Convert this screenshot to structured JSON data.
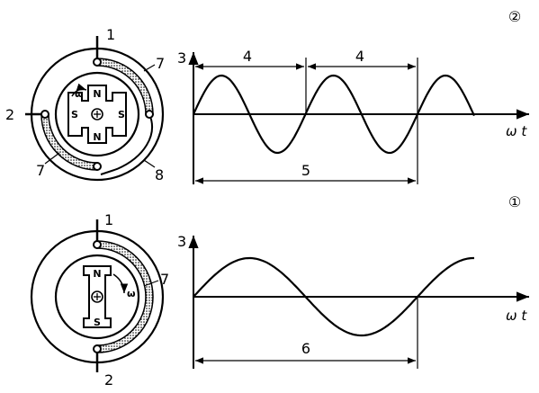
{
  "top_panel": {
    "number": "②",
    "callouts": {
      "n1": "1",
      "n2": "2",
      "n7a": "7",
      "n7b": "7",
      "n8": "8"
    },
    "poles": {
      "n_top": "N",
      "n_bottom": "N",
      "s_left": "S",
      "s_right": "S"
    },
    "omega": "ω",
    "graph": {
      "y_label": "3",
      "x_label": "ω t",
      "dim_a": "4",
      "dim_b": "4",
      "dim_total": "5"
    }
  },
  "bottom_panel": {
    "number": "①",
    "callouts": {
      "n1": "1",
      "n2": "2",
      "n7": "7"
    },
    "poles": {
      "n": "N",
      "s": "S"
    },
    "omega": "ω",
    "graph": {
      "y_label": "3",
      "x_label": "ω t",
      "dim_total": "6"
    }
  }
}
